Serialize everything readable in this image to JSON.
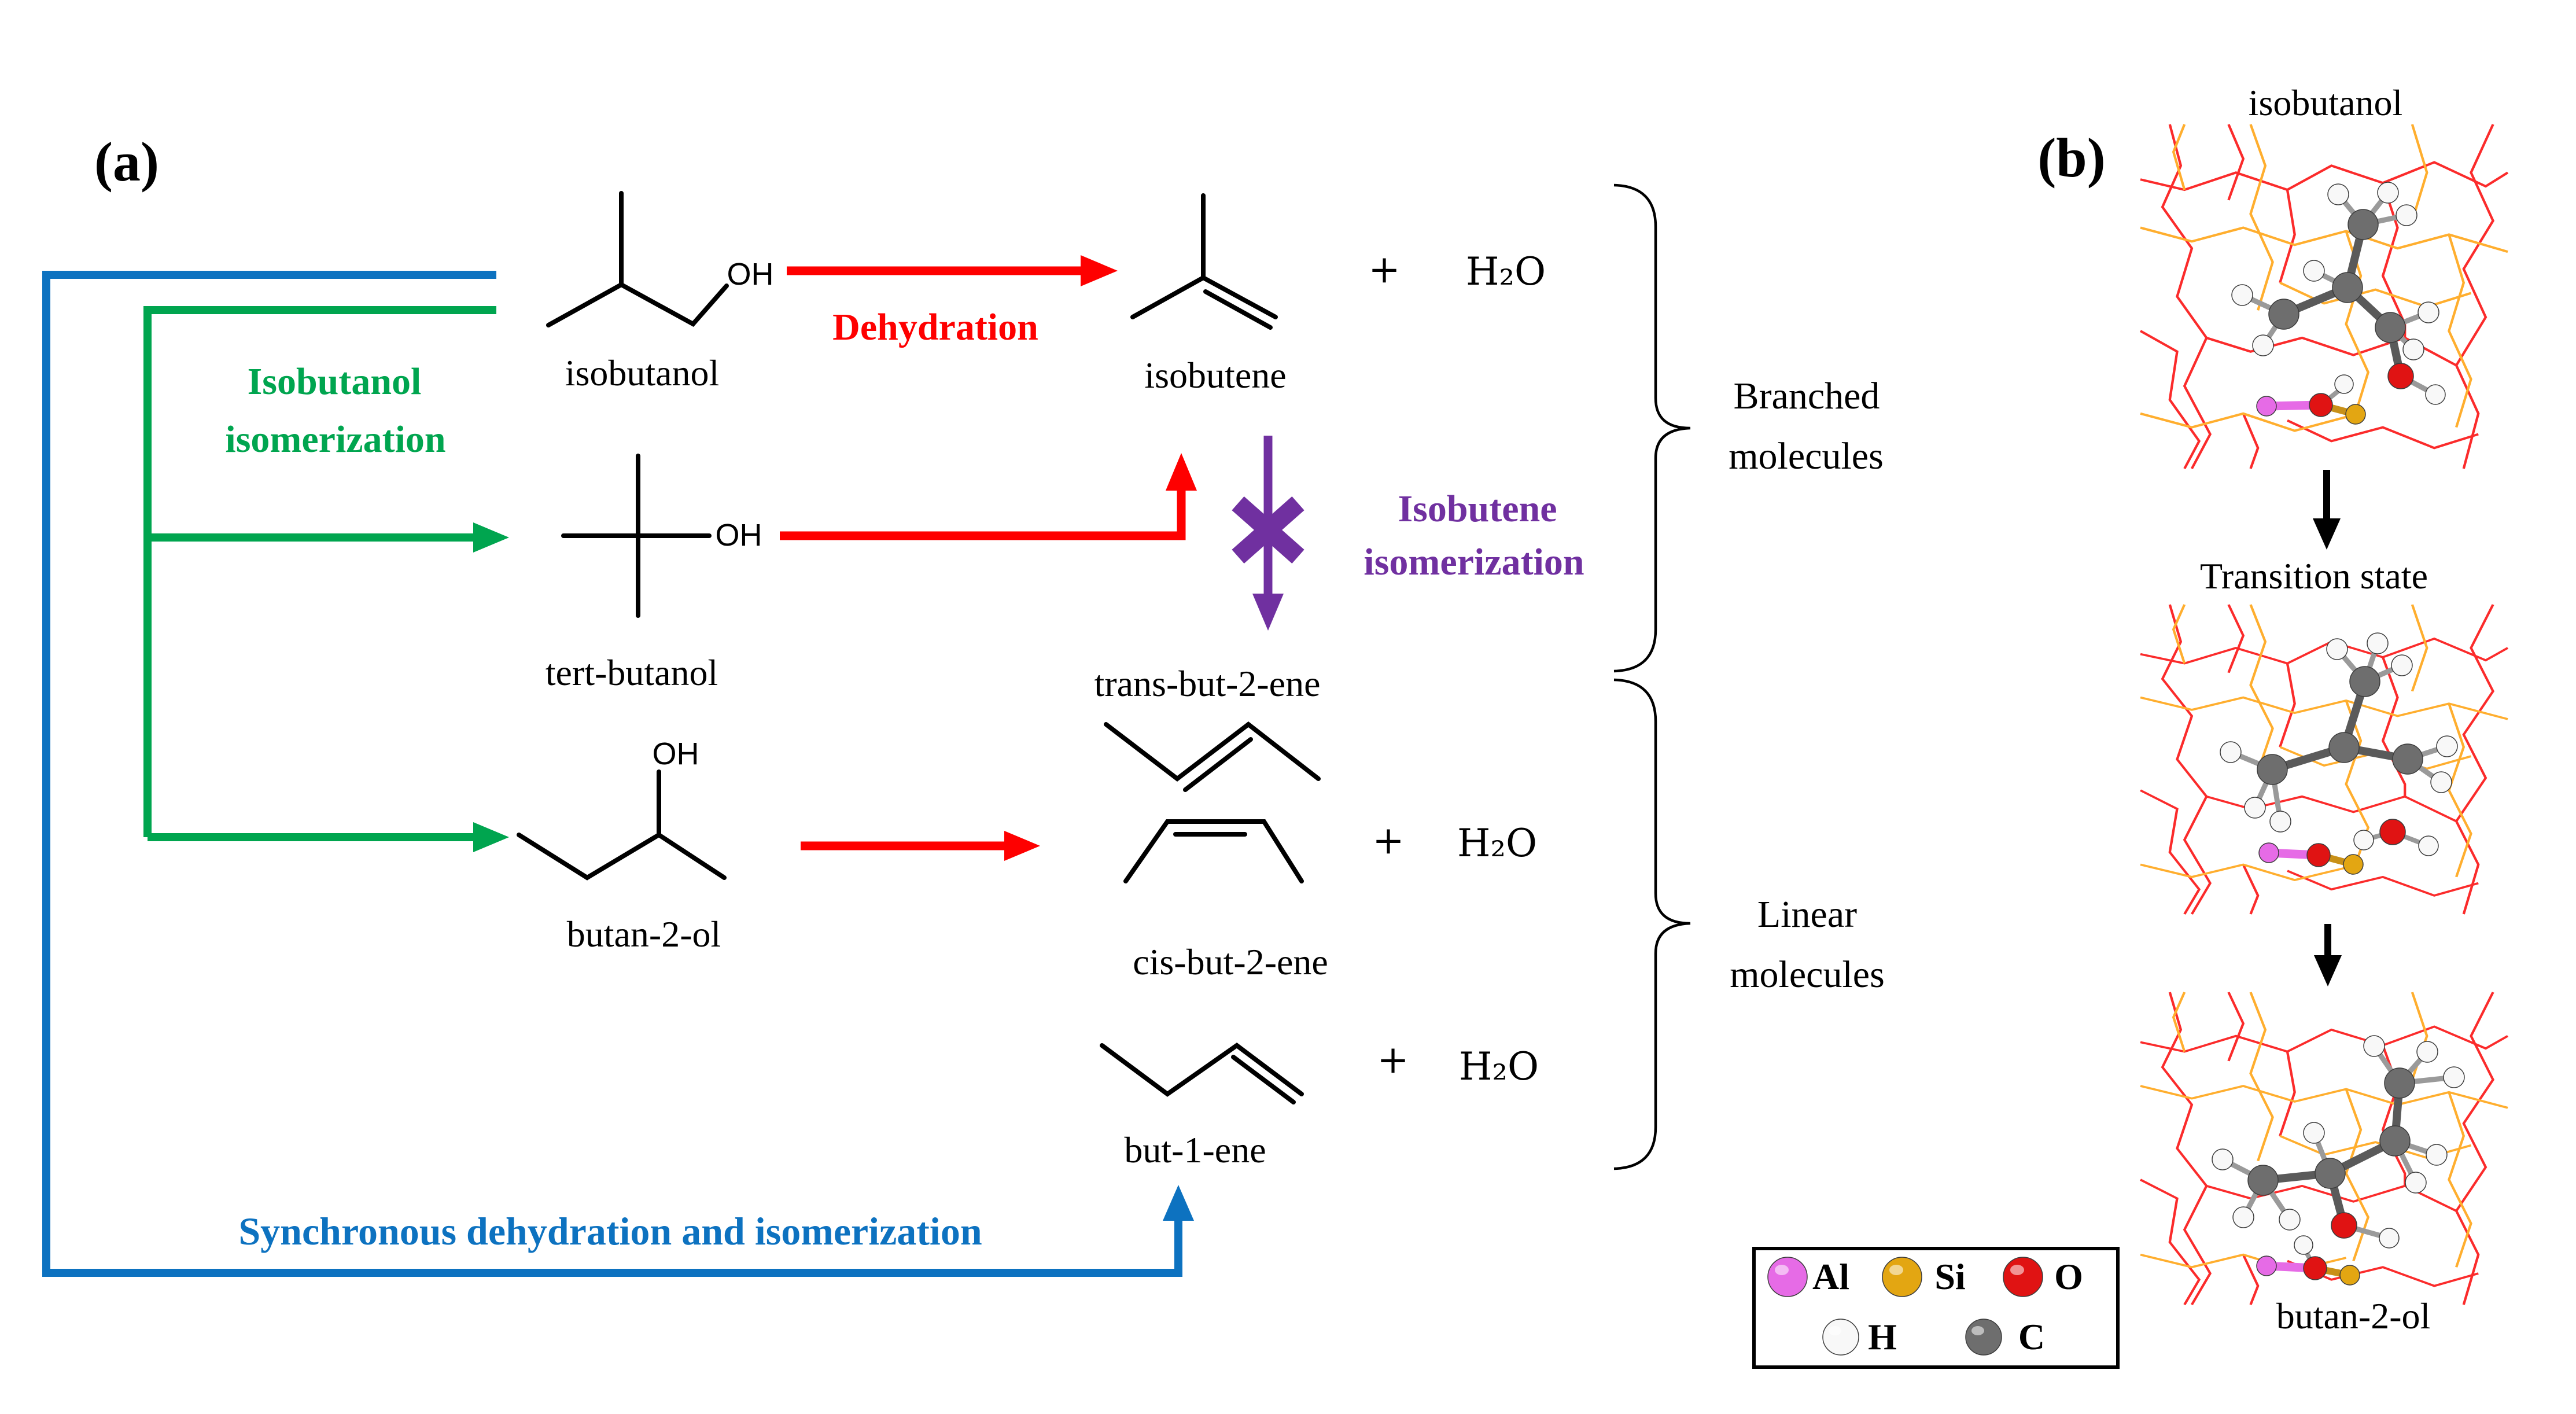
{
  "panel_a": {
    "label": "(a)",
    "hydroxyl": "OH",
    "plus": "+",
    "water": "H₂O",
    "molecules": {
      "isobutanol": "isobutanol",
      "tert_butanol": "tert-butanol",
      "butan_2_ol": "butan-2-ol",
      "isobutene": "isobutene",
      "trans_but_2_ene": "trans-but-2-ene",
      "cis_but_2_ene": "cis-but-2-ene",
      "but_1_ene": "but-1-ene"
    },
    "reactions": {
      "dehydration": {
        "label": "Dehydration",
        "color": "#fe0000"
      },
      "isobutanol_isomerization": {
        "line1": "Isobutanol",
        "line2": "isomerization",
        "color": "#00a54f"
      },
      "isobutene_isomerization": {
        "line1": "Isobutene",
        "line2": "isomerization",
        "color": "#7030a0"
      },
      "synchronous": {
        "label": "Synchronous dehydration and isomerization",
        "color": "#0d72c0"
      }
    },
    "groups": {
      "branched": {
        "line1": "Branched",
        "line2": "molecules"
      },
      "linear": {
        "line1": "Linear",
        "line2": "molecules"
      }
    }
  },
  "panel_b": {
    "label": "(b)",
    "stages": [
      {
        "name": "isobutanol"
      },
      {
        "name": "Transition state"
      },
      {
        "name": "butan-2-ol"
      }
    ],
    "legend": {
      "items": [
        {
          "symbol": "Al",
          "color": "#e66be6"
        },
        {
          "symbol": "Si",
          "color": "#e3a612"
        },
        {
          "symbol": "O",
          "color": "#e01313"
        },
        {
          "symbol": "H",
          "color": "#f8f8f8"
        },
        {
          "symbol": "C",
          "color": "#6e6e6e"
        }
      ]
    }
  }
}
